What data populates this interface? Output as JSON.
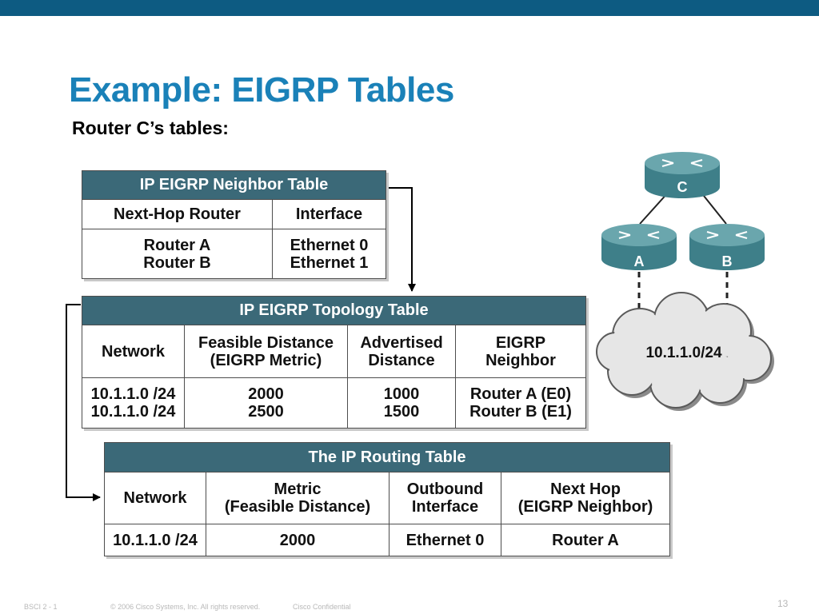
{
  "slide": {
    "title": "Example: EIGRP Tables",
    "subtitle": "Router C’s tables:"
  },
  "neighbor_table": {
    "caption": "IP EIGRP Neighbor Table",
    "headers": [
      "Next-Hop Router",
      "Interface"
    ],
    "rows": [
      [
        "Router A",
        "Ethernet 0"
      ],
      [
        "Router B",
        "Ethernet 1"
      ]
    ]
  },
  "topology_table": {
    "caption": "IP EIGRP Topology Table",
    "headers": [
      "Network",
      "Feasible Distance\n(EIGRP Metric)",
      "Advertised\nDistance",
      "EIGRP\nNeighbor"
    ],
    "rows": [
      [
        "10.1.1.0 /24",
        "2000",
        "1000",
        "Router A (E0)"
      ],
      [
        "10.1.1.0 /24",
        "2500",
        "1500",
        "Router B (E1)"
      ]
    ]
  },
  "routing_table": {
    "caption": "The IP Routing Table",
    "headers": [
      "Network",
      "Metric\n(Feasible Distance)",
      "Outbound\nInterface",
      "Next Hop\n(EIGRP Neighbor)"
    ],
    "rows": [
      [
        "10.1.1.0 /24",
        "2000",
        "Ethernet 0",
        "Router A"
      ]
    ]
  },
  "topology_diagram": {
    "router_c": "C",
    "router_a": "A",
    "router_b": "B",
    "network": "10.1.1.0/24"
  },
  "colors": {
    "top_bar": "#0d5b82",
    "title": "#1a81b8",
    "table_caption": "#3b6978",
    "router": "#4e8f98"
  },
  "footer": {
    "course": "BSCI 2 - 1",
    "copyright": "© 2006 Cisco Systems, Inc. All rights reserved.",
    "confidential": "Cisco Confidential",
    "page": "13"
  }
}
